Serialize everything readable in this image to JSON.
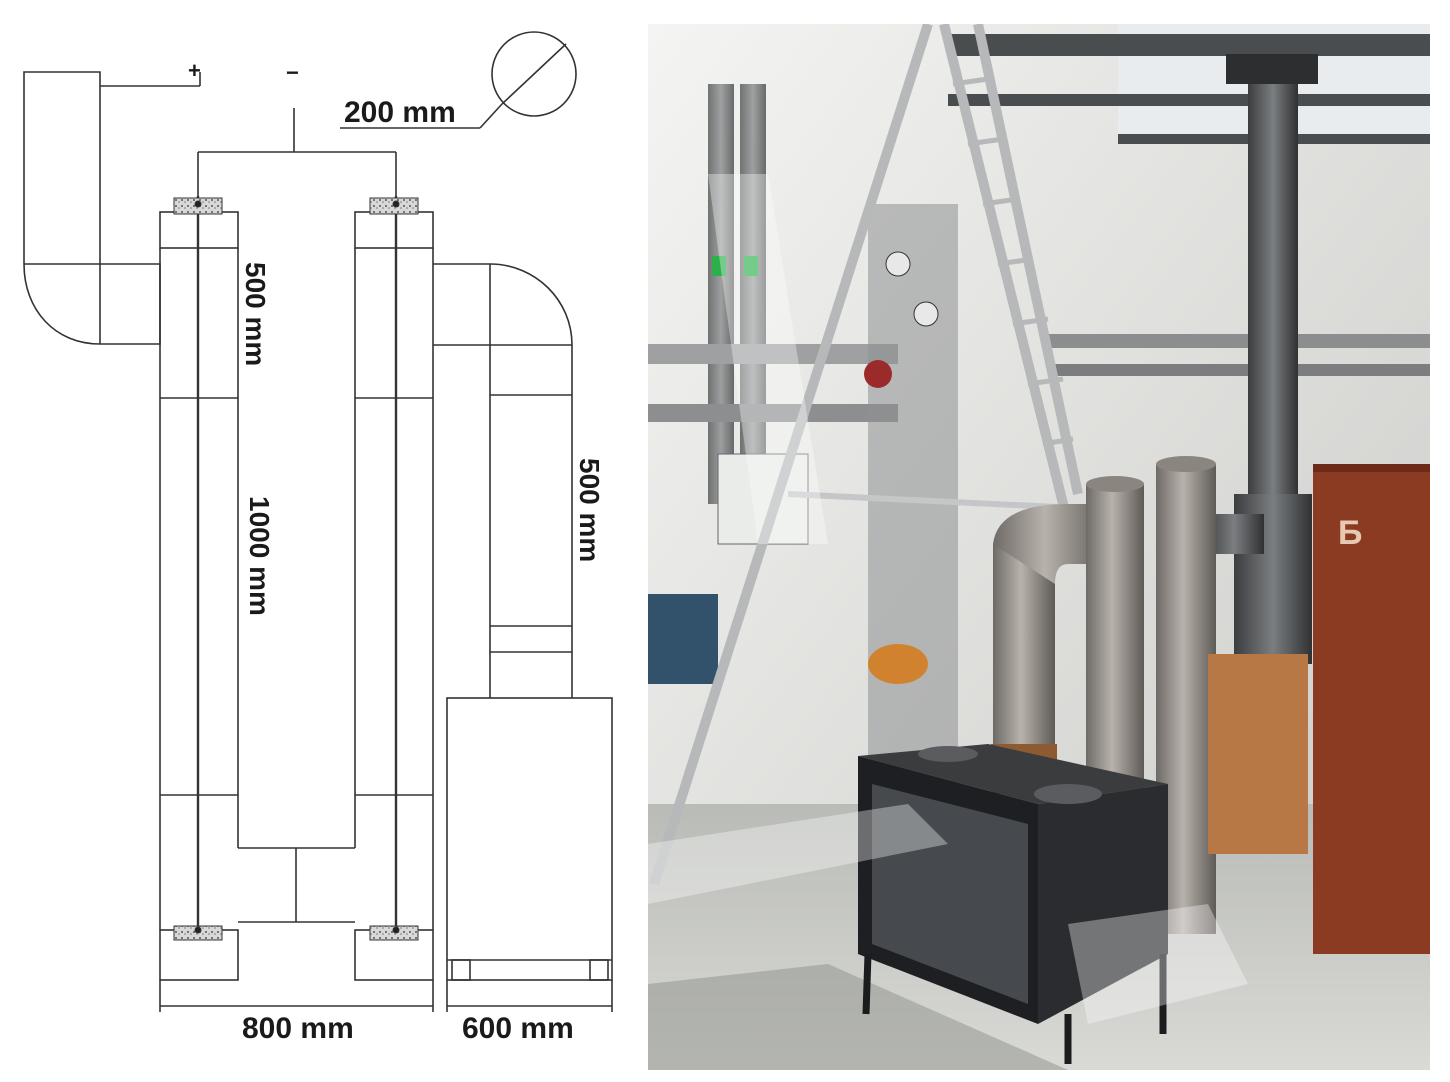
{
  "drawing": {
    "polarity": {
      "plus": "+",
      "minus": "−"
    },
    "dimensions": {
      "diameter": "200 mm",
      "upper_section": "500 mm",
      "middle_section": "1000 mm",
      "right_riser": "500 mm",
      "width_left": "800 mm",
      "width_right": "600 mm"
    }
  },
  "photo": {
    "panel_label": "Б"
  }
}
